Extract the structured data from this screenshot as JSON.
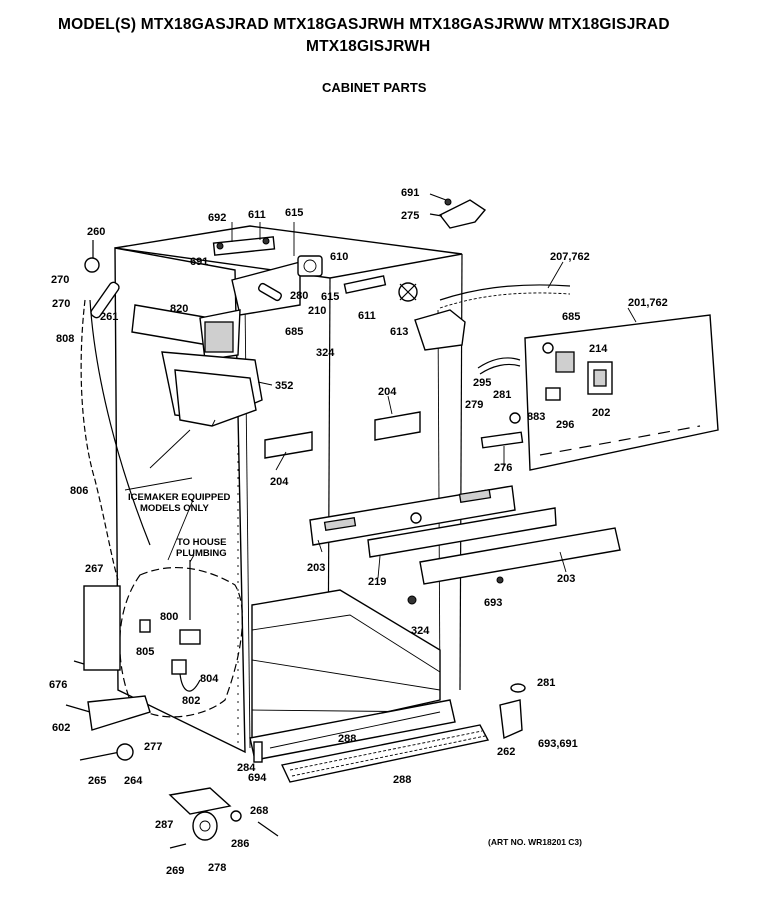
{
  "header": {
    "models_line1": "MODEL(S) MTX18GASJRAD  MTX18GASJRWH  MTX18GASJRWW  MTX18GISJRAD",
    "models_line2": "MTX18GISJRWH",
    "section_title": "CABINET PARTS"
  },
  "notes": {
    "icemaker_line1": "ICEMAKER EQUIPPED",
    "icemaker_line2": "MODELS ONLY",
    "plumbing_line1": "TO HOUSE",
    "plumbing_line2": "PLUMBING"
  },
  "art_number": "(ART NO. WR18201 C3)",
  "part_labels": {
    "p691a": "691",
    "p275": "275",
    "p692": "692",
    "p611a": "611",
    "p615a": "615",
    "p260": "260",
    "p270a": "270",
    "p270b": "270",
    "p261": "261",
    "p691b": "691",
    "p610": "610",
    "p207": "207,762",
    "p201": "201,762",
    "p280": "280",
    "p615b": "615",
    "p210": "210",
    "p611b": "611",
    "p613": "613",
    "p685a": "685",
    "p685b": "685",
    "p820": "820",
    "p808": "808",
    "p324a": "324",
    "p214": "214",
    "p352": "352",
    "p295": "295",
    "p281a": "281",
    "p204a": "204",
    "p279": "279",
    "p883": "883",
    "p202": "202",
    "p296": "296",
    "p276": "276",
    "p204b": "204",
    "p806": "806",
    "p203a": "203",
    "p219": "219",
    "p203b": "203",
    "p693a": "693",
    "p267": "267",
    "p800": "800",
    "p324b": "324",
    "p805": "805",
    "p804": "804",
    "p676": "676",
    "p802": "802",
    "p281b": "281",
    "p602": "602",
    "p288a": "288",
    "p693b": "693,691",
    "p277": "277",
    "p262": "262",
    "p265": "265",
    "p264": "264",
    "p284": "284",
    "p694": "694",
    "p288b": "288",
    "p268": "268",
    "p287": "287",
    "p286": "286",
    "p269": "269",
    "p278": "278"
  }
}
